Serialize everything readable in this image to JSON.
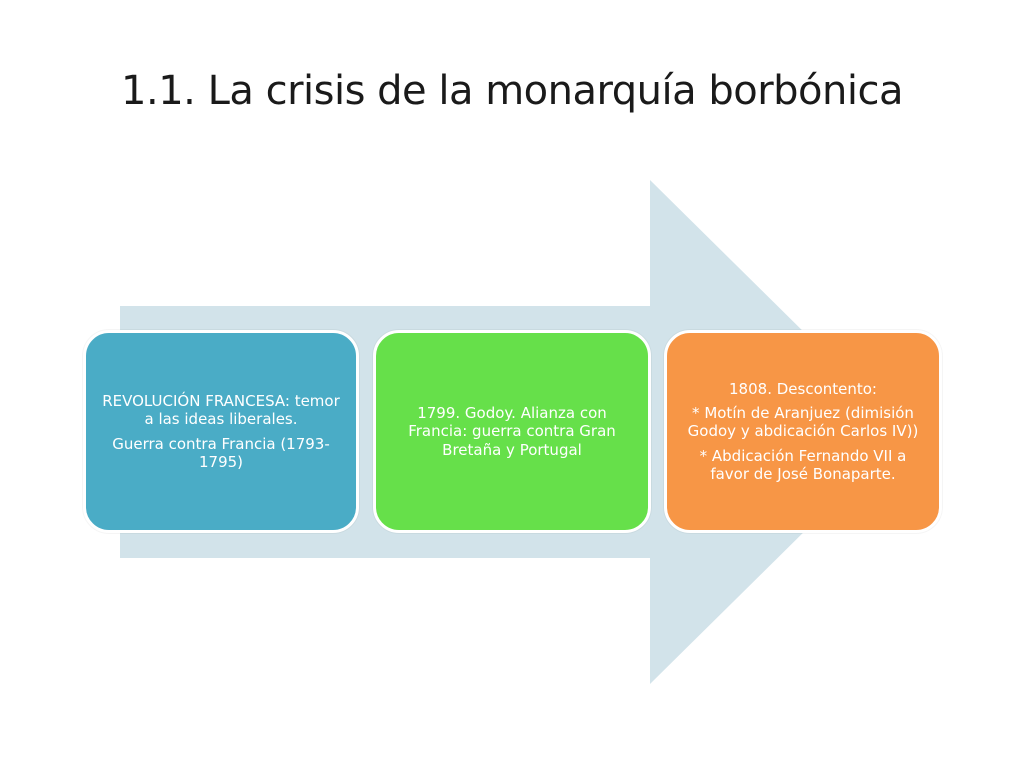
{
  "title": "1.1. La crisis de la monarquía borbónica",
  "colors": {
    "arrow": "#d2e3ea",
    "box_1": "#4aacc6",
    "box_2": "#66e04a",
    "box_3": "#f79646",
    "text": "#ffffff"
  },
  "steps": [
    {
      "lines": [
        "REVOLUCIÓN FRANCESA: temor a las ideas liberales.",
        "Guerra contra Francia (1793-1795)"
      ]
    },
    {
      "lines": [
        "1799. Godoy. Alianza con Francia: guerra contra Gran Bretaña y Portugal"
      ]
    },
    {
      "lines": [
        "1808. Descontento:",
        "* Motín de Aranjuez (dimisión Godoy y abdicación Carlos IV))",
        "* Abdicación Fernando VII a favor de José Bonaparte."
      ]
    }
  ]
}
